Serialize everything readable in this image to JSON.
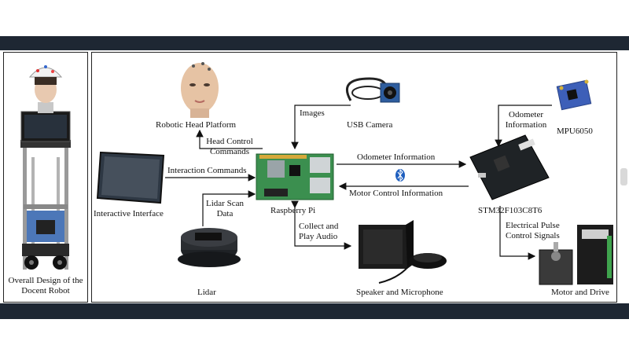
{
  "left_panel": {
    "caption_line1": "Overall Design of the",
    "caption_line2": "Docent Robot"
  },
  "nodes": {
    "head": "Robotic Head Platform",
    "camera": "USB Camera",
    "pi": "Raspberry Pi",
    "interface": "Interactive Interface",
    "lidar": "Lidar",
    "speaker": "Speaker and Microphone",
    "stm": "STM32F103C8T6",
    "mpu": "MPU6050",
    "motor": "Motor and Drive"
  },
  "edges": {
    "images": "Images",
    "head_cmd_1": "Head Control",
    "head_cmd_2": "Commands",
    "interaction": "Interaction Commands",
    "lidar_scan_1": "Lidar Scan",
    "lidar_scan_2": "Data",
    "audio_1": "Collect and",
    "audio_2": "Play Audio",
    "odom_info": "Odometer Information",
    "motor_ctrl": "Motor Control Information",
    "mpu_odom_1": "Odometer",
    "mpu_odom_2": "Information",
    "pulse_1": "Electrical Pulse",
    "pulse_2": "Control Signals"
  },
  "icons": {
    "bluetooth": "bluetooth-icon"
  }
}
